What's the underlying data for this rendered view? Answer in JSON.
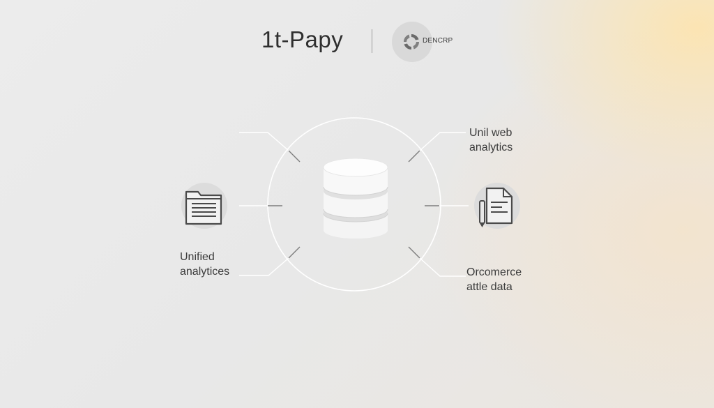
{
  "header": {
    "title": "1t-Papy",
    "logo_text": "DENCRP",
    "logo_icon": "circular-arrows-logo-icon"
  },
  "diagram": {
    "center_icon": "database-icon",
    "left_node": {
      "icon": "folder-document-icon",
      "label_line1": "Unified",
      "label_line2": "analytices"
    },
    "top_right_node": {
      "label_line1": "Unil web",
      "label_line2": "analytics"
    },
    "right_node": {
      "icon": "document-pen-icon"
    },
    "bottom_right_node": {
      "label_line1": "Orcomerce",
      "label_line2": "attle data"
    }
  },
  "colors": {
    "background": "#e9e9e9",
    "accent_glow": "#ffe4aa",
    "line": "#8a8a8a",
    "text": "#3a3a3a"
  }
}
